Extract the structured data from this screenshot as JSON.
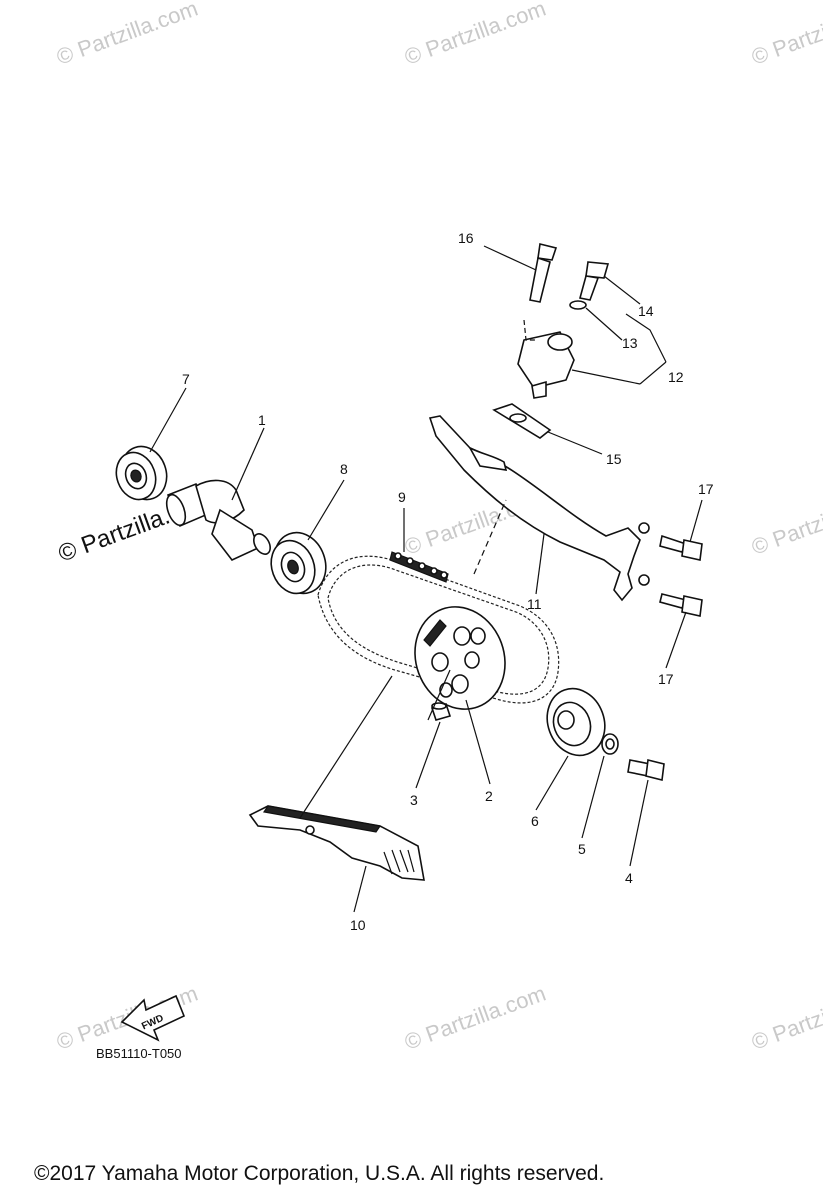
{
  "diagram": {
    "watermark_text": "© Partzilla.com",
    "callouts": [
      "1",
      "2",
      "3",
      "4",
      "5",
      "6",
      "7",
      "8",
      "9",
      "10",
      "11",
      "12",
      "13",
      "14",
      "15",
      "16",
      "17",
      "17"
    ],
    "fwd_label": "FWD",
    "figure_code": "BB51110-T050",
    "copyright": "©2017  Yamaha Motor Corporation, U.S.A. All rights reserved."
  }
}
